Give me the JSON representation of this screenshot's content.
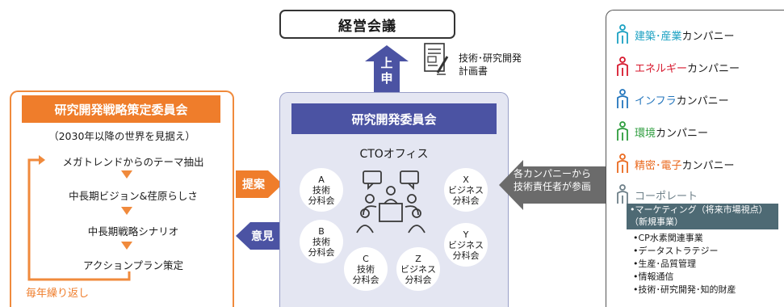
{
  "top": {
    "management": "経営会議",
    "report": "上\n申",
    "plan": "技術･研究開発\n計画書"
  },
  "left": {
    "title": "研究開発戦略策定委員会",
    "subtitle": "（2030年以降の世界を見据え）",
    "steps": [
      "メガトレンドからのテーマ抽出",
      "中長期ビジョン&荏原らしさ",
      "中長期戦略シナリオ",
      "アクションプラン策定"
    ],
    "loop": "毎年繰り返し"
  },
  "arrows": {
    "proposal": "提案",
    "opinion": "意見",
    "right": "各カンパニーから\n技術責任者が参画"
  },
  "center": {
    "title": "研究開発委員会",
    "cto": "CTOオフィス",
    "groups": {
      "A": [
        "A",
        "技術",
        "分科会"
      ],
      "B": [
        "B",
        "技術",
        "分科会"
      ],
      "C": [
        "C",
        "技術",
        "分科会"
      ],
      "X": [
        "X",
        "ビジネス",
        "分科会"
      ],
      "Y": [
        "Y",
        "ビジネス",
        "分科会"
      ],
      "Z": [
        "Z",
        "ビジネス",
        "分科会"
      ]
    }
  },
  "companies": [
    {
      "accent": "建築･産業",
      "suffix": "カンパニー",
      "color": "#1ba1c2"
    },
    {
      "accent": "エネルギー",
      "suffix": "カンパニー",
      "color": "#d7192e"
    },
    {
      "accent": "インフラ",
      "suffix": "カンパニー",
      "color": "#2476bd"
    },
    {
      "accent": "環境",
      "suffix": "カンパニー",
      "color": "#2e9d3e"
    },
    {
      "accent": "精密･電子",
      "suffix": "カンパニー",
      "color": "#ea6a1f"
    }
  ],
  "corporate": {
    "name": "コーポレート",
    "color": "#6e8089",
    "highlight": "•マーケティング（将来市場視点）\n（新規事業）",
    "items": [
      "•CP水素関連事業",
      "•データストラテジー",
      "•生産･品質管理",
      "•情報通信",
      "•技術･研究開発･知的財産"
    ]
  },
  "colors": {
    "orange": "#ef7d2b",
    "navy": "#4b53a3",
    "arrow_gray": "#6b6b6b"
  }
}
